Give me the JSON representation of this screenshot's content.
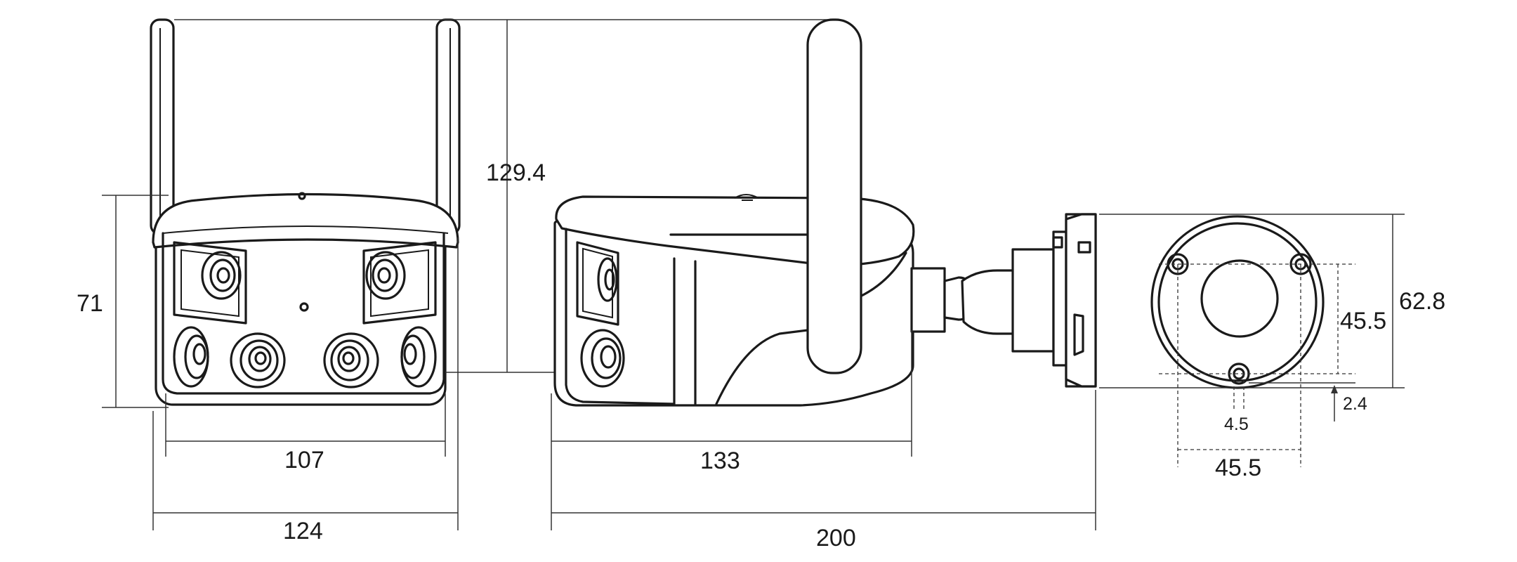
{
  "dimensions": {
    "total_height": "129.4",
    "body_height": "71",
    "front_body_width": "107",
    "front_overall_width": "124",
    "side_body_length": "133",
    "side_overall_length": "200",
    "base_plate_height": "62.8",
    "hole_spacing_vertical": "45.5",
    "hole_spacing_horizontal": "45.5",
    "hole_diameter": "4.5",
    "hole_offset": "2.4"
  }
}
